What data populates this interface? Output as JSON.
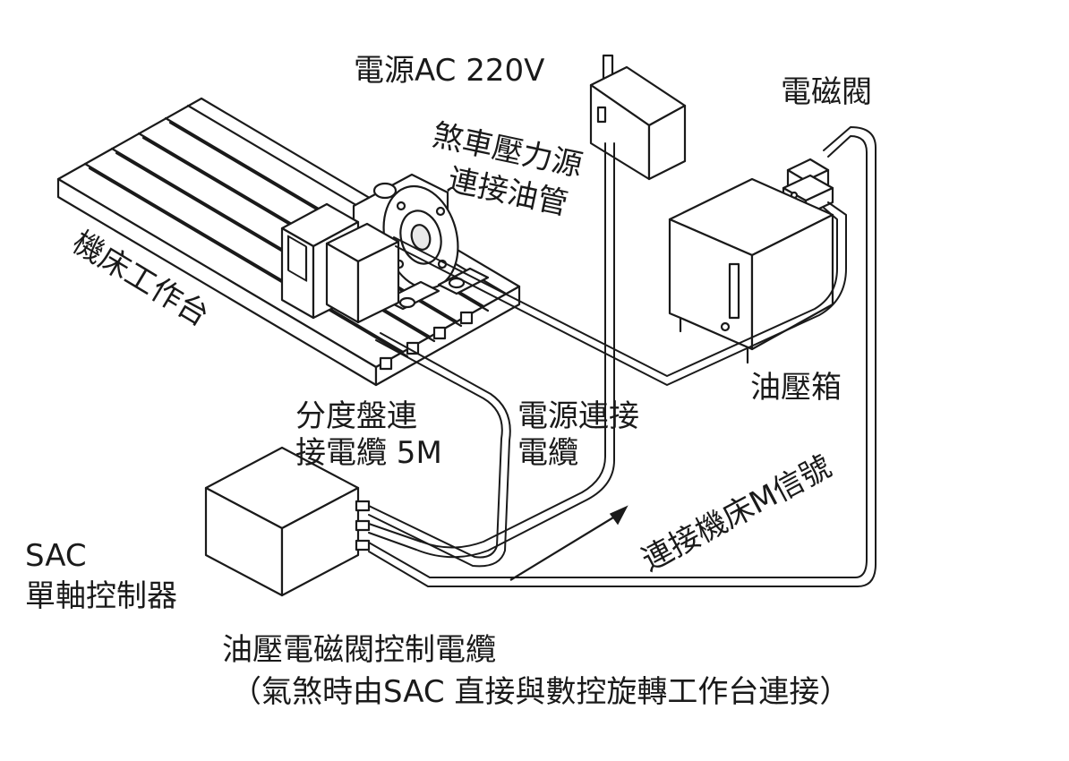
{
  "labels": {
    "power_ac": "電源AC 220V",
    "solenoid": "電磁閥",
    "brake_line1": "煞車壓力源",
    "brake_line2": "連接油管",
    "machine_table": "機床工作台",
    "hydraulic_box": "油壓箱",
    "indexer_cable_line1": "分度盤連",
    "indexer_cable_line2": "接電纜 5M",
    "power_cable_line1": "電源連接",
    "power_cable_line2": "電纜",
    "m_signal": "連接機床M信號",
    "sac_line1": "SAC",
    "sac_line2": "單軸控制器",
    "valve_cable": "油壓電磁閥控制電纜",
    "valve_cable_note": "（氣煞時由SAC 直接與數控旋轉工作台連接）"
  },
  "colors": {
    "line": "#1a1a1a",
    "fill": "#ffffff",
    "shade": "#e9e9e9"
  }
}
